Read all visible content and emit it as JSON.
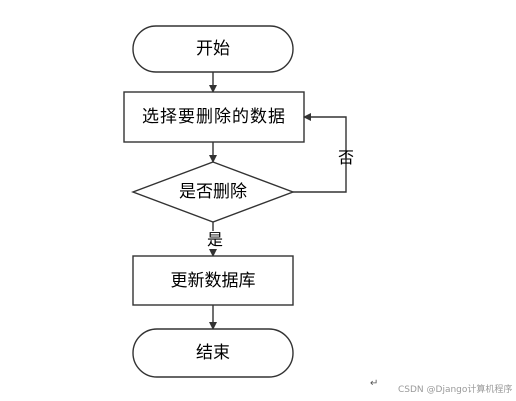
{
  "nodes": {
    "start": "开始",
    "select": "选择要删除的数据",
    "decision": "是否删除",
    "update": "更新数据库",
    "end": "结束"
  },
  "edges": {
    "no_label": "否",
    "yes_label": "是"
  },
  "colors": {
    "line": "#333333",
    "shape_fill": "#ffffff",
    "text": "#000000"
  },
  "paragraph_mark": "↵",
  "watermark": "CSDN @Django计算机程序"
}
